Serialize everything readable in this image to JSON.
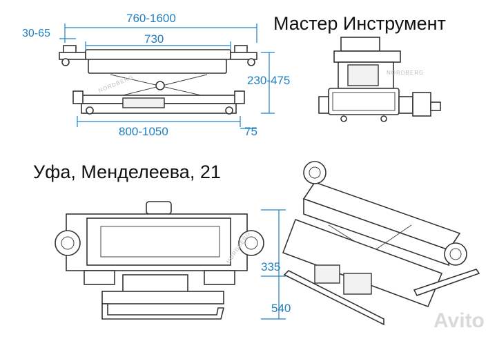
{
  "header": {
    "brand": "Мастер Инструмент",
    "address": "Уфа, Менделеева, 21"
  },
  "dimensions": {
    "overall_width_range": "760-1600",
    "platform_width": "730",
    "edge_offset": "30-65",
    "height_range": "230-475",
    "base_length_range": "800-1050",
    "base_offset": "75",
    "top_depth": "335",
    "overall_depth": "540"
  },
  "watermark": {
    "brand_text": "NORDBERG",
    "logo_text": "Avito"
  },
  "colors": {
    "dimension": "#1e7fc1",
    "drawing": "#333333",
    "heading": "#111111"
  }
}
